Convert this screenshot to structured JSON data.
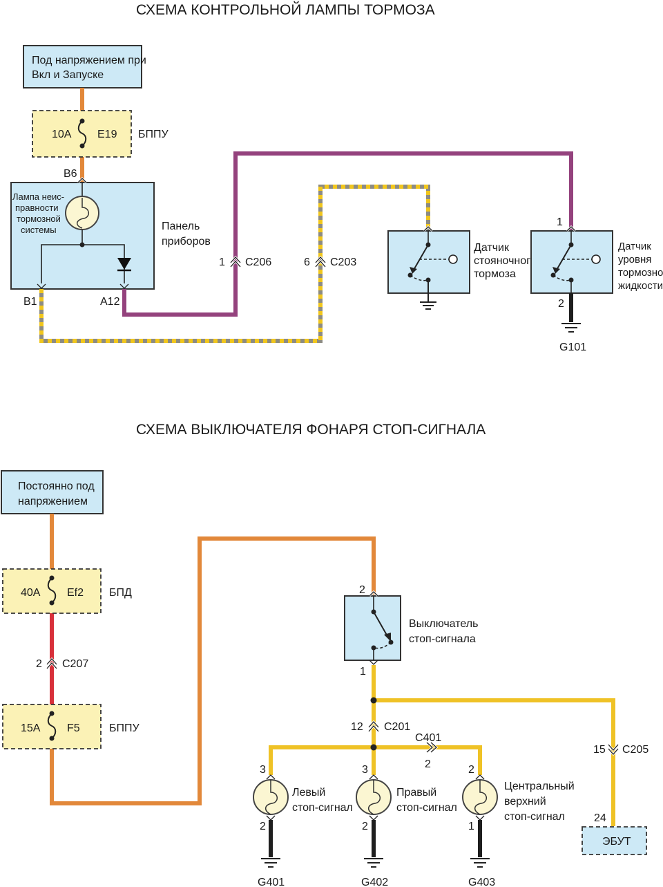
{
  "top_diagram": {
    "title": "СХЕМА КОНТРОЛЬНОЙ ЛАМПЫ ТОРМОЗА",
    "power_box": [
      "Под напряжением при",
      "Вкл и Запуске"
    ],
    "fuse": {
      "rating": "10A",
      "id": "E19",
      "block": "БППУ"
    },
    "pin_b6": "B6",
    "panel_label": [
      "Панель",
      "приборов"
    ],
    "lamp_label": [
      "Лампа неис-",
      "правности",
      "тормозной",
      "системы"
    ],
    "pin_b1": "B1",
    "pin_a12": "A12",
    "conn_c206": {
      "pin": "1",
      "id": "C206"
    },
    "conn_c203": {
      "pin": "6",
      "id": "C203"
    },
    "park_sensor": [
      "Датчик",
      "стояночного",
      "тормоза"
    ],
    "fluid_sensor": [
      "Датчик",
      "уровня",
      "тормозной",
      "жидкости"
    ],
    "fluid_pin_top": "1",
    "fluid_pin_bottom": "2",
    "ground": "G101"
  },
  "bottom_diagram": {
    "title": "СХЕМА ВЫКЛЮЧАТЕЛЯ ФОНАРЯ СТОП-СИГНАЛА",
    "power_box": [
      "Постоянно под",
      "напряжением"
    ],
    "fuse_main": {
      "rating": "40A",
      "id": "Ef2",
      "block": "БПД"
    },
    "conn_c207": {
      "pin": "2",
      "id": "C207"
    },
    "fuse_second": {
      "rating": "15A",
      "id": "F5",
      "block": "БППУ"
    },
    "switch_label": [
      "Выключатель",
      "стоп-сигнала"
    ],
    "switch_pin_top": "2",
    "switch_pin_bottom": "1",
    "conn_c201": {
      "pin": "12",
      "id": "C201"
    },
    "conn_c401": {
      "pin": "2",
      "id": "C401"
    },
    "conn_c205": {
      "pin": "15",
      "id": "C205"
    },
    "left_lamp": {
      "label": [
        "Левый",
        "стоп-сигнал"
      ],
      "pin_top": "3",
      "pin_bottom": "2",
      "ground": "G401"
    },
    "right_lamp": {
      "label": [
        "Правый",
        "стоп-сигнал"
      ],
      "pin_top": "3",
      "pin_bottom": "2",
      "ground": "G402"
    },
    "center_lamp": {
      "label": [
        "Центральный",
        "верхний",
        "стоп-сигнал"
      ],
      "pin_top": "2",
      "pin_bottom": "1",
      "ground": "G403"
    },
    "ecu_pin": "24",
    "ecu": "ЭБУТ"
  },
  "colors": {
    "orange_wire": "#e2883a",
    "purple_wire": "#94427d",
    "gray_wire": "#8c8b83",
    "yellow_stripe": "#f1c61c",
    "red_wire": "#d8303a",
    "yellow_wire": "#efc226",
    "black_wire": "#1e1e1e",
    "box_fill": "#cde9f6",
    "fuse_fill": "#fbf2b6"
  }
}
